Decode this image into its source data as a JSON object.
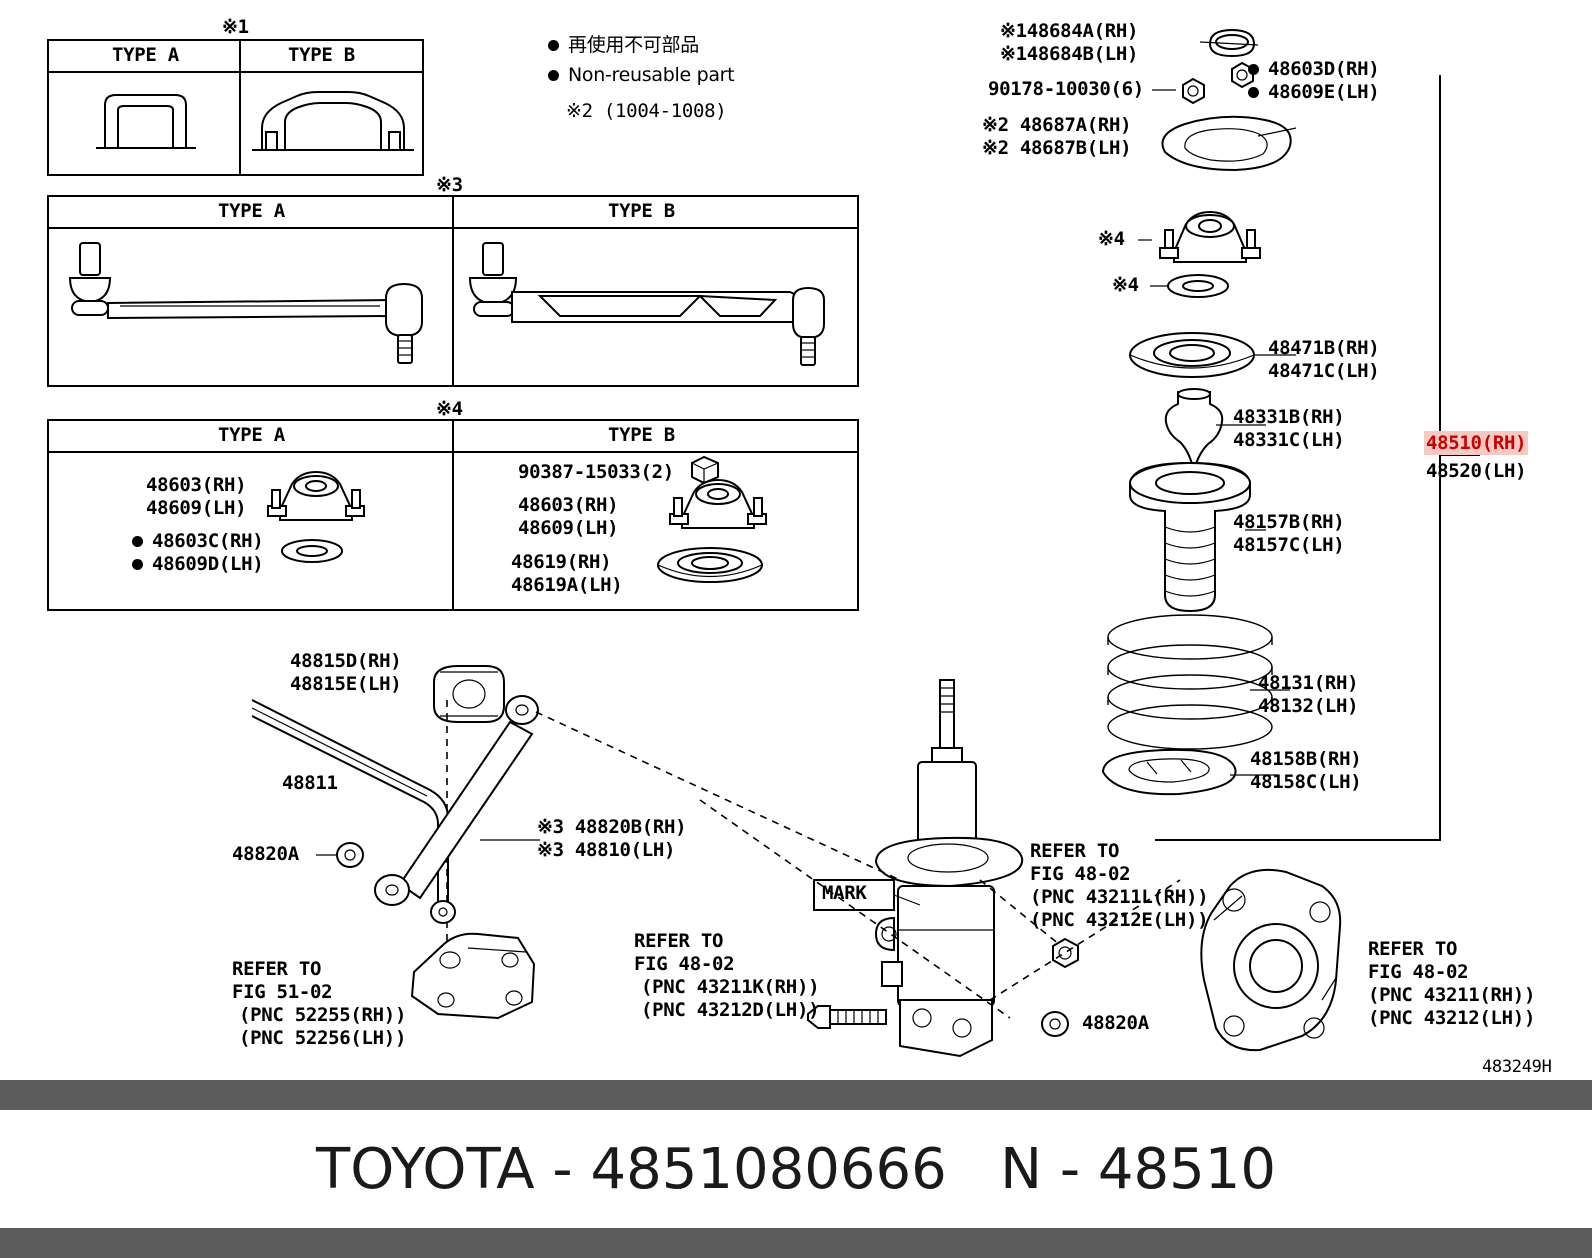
{
  "footer": {
    "brand": "TOYOTA",
    "sep1": " - ",
    "part_number": "4851080666",
    "gap": "   ",
    "prefix": "N",
    "sep2": " - ",
    "code": "48510"
  },
  "legend": {
    "jp_text": "再使用不可部品",
    "en_text": "Non-reusable part",
    "note2": "※2 (1004-1008)"
  },
  "tables": {
    "t1": {
      "caption": "※1",
      "col_a": "TYPE A",
      "col_b": "TYPE B"
    },
    "t3": {
      "caption": "※3",
      "col_a": "TYPE A",
      "col_b": "TYPE B"
    },
    "t4": {
      "caption": "※4",
      "col_a": "TYPE A",
      "col_b": "TYPE B",
      "a_parts": [
        "48603(RH)",
        "48609(LH)"
      ],
      "a_nonreuse": [
        "48603C(RH)",
        "48609D(LH)"
      ],
      "b_bolt": "90387-15033(2)",
      "b_parts": [
        "48603(RH)",
        "48609(LH)"
      ],
      "b_parts2": [
        "48619(RH)",
        "48619A(LH)"
      ]
    }
  },
  "labels": {
    "cap_48684": [
      "※148684A(RH)",
      "※148684B(LH)"
    ],
    "nut_90178": "90178-10030(6)",
    "n_48603d": "48603D(RH)",
    "n_48609e": "48609E(LH)",
    "p_48687": [
      "※2 48687A(RH)",
      "※2 48687B(LH)"
    ],
    "mark4_support": "※4",
    "mark4_washer": "※4",
    "p_48471": [
      "48471B(RH)",
      "48471C(LH)"
    ],
    "p_48331": [
      "48331B(RH)",
      "48331C(LH)"
    ],
    "p_48157": [
      "48157B(RH)",
      "48157C(LH)"
    ],
    "p_48131": [
      "48131(RH)",
      "48132(LH)"
    ],
    "p_48158": [
      "48158B(RH)",
      "48158C(LH)"
    ],
    "p_48510_hl": "48510(RH)",
    "p_48520": "48520(LH)",
    "p_48815": [
      "48815D(RH)",
      "48815E(LH)"
    ],
    "p_48811": "48811",
    "p_48820a_left": "48820A",
    "p_48820b": [
      "※3 48820B(RH)",
      "※3 48810(LH)"
    ],
    "p_48820a_mid": "48820A",
    "mark_box": "MARK",
    "refer_51_02": [
      "REFER TO",
      "FIG 51-02",
      "(PNC 52255(RH))",
      "(PNC 52256(LH))"
    ],
    "refer_48_02_k": [
      "REFER TO",
      "FIG 48-02",
      "(PNC 43211K(RH))",
      "(PNC 43212D(LH))"
    ],
    "refer_48_02_l": [
      "REFER TO",
      "FIG 48-02",
      "(PNC 43211L(RH))",
      "(PNC 43212E(LH))"
    ],
    "refer_48_02_r": [
      "REFER TO",
      "FIG 48-02",
      "(PNC 43211(RH))",
      "(PNC 43212(LH))"
    ],
    "fig_id": "483249H"
  }
}
